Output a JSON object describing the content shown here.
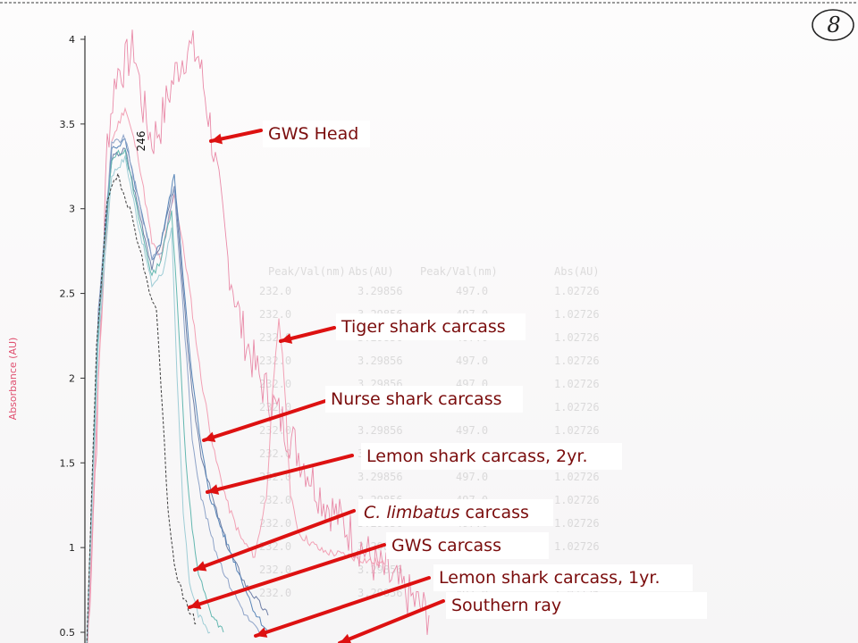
{
  "page_number": "8",
  "y_axis_title": "Absorbance (AU)",
  "peak_label": "246",
  "chart_data": {
    "type": "line",
    "ylabel": "Absorbance (AU)",
    "ylim": [
      0.5,
      4.0
    ],
    "y_ticks": [
      "4",
      "3.5",
      "3",
      "2.5",
      "2",
      "1.5",
      "1",
      "0.5"
    ],
    "y_tick_values": [
      4,
      3.5,
      3,
      2.5,
      2,
      1.5,
      1,
      0.5
    ],
    "annotation": "246",
    "series": [
      {
        "name": "GWS Head",
        "color": "#e98aa8"
      },
      {
        "name": "Tiger shark carcass",
        "color": "#f2a0b4"
      },
      {
        "name": "Nurse shark carcass",
        "color": "#6e7fa6"
      },
      {
        "name": "Lemon shark carcass, 2yr.",
        "color": "#5a86b8"
      },
      {
        "name": "C. limbatus carcass",
        "color": "#8ea3c8"
      },
      {
        "name": "GWS carcass",
        "color": "#63b7b0"
      },
      {
        "name": "Lemon shark carcass, 1yr.",
        "color": "#9fcdd6"
      },
      {
        "name": "Southern ray",
        "color": "#3b3b3b"
      }
    ]
  },
  "labels": {
    "gws_head": "GWS Head",
    "tiger": "Tiger shark carcass",
    "nurse": "Nurse shark carcass",
    "lemon2": "Lemon shark carcass, 2yr.",
    "limbatus_italic": "C. limbatus",
    "limbatus_rest": " carcass",
    "gws_carcass": "GWS carcass",
    "lemon1": "Lemon shark carcass, 1yr.",
    "southern_ray": "Southern ray"
  },
  "colors": {
    "arrow": "#dd1111",
    "label_text": "#7a0c0c",
    "axis": "#222222",
    "y_title": "#e05070"
  }
}
